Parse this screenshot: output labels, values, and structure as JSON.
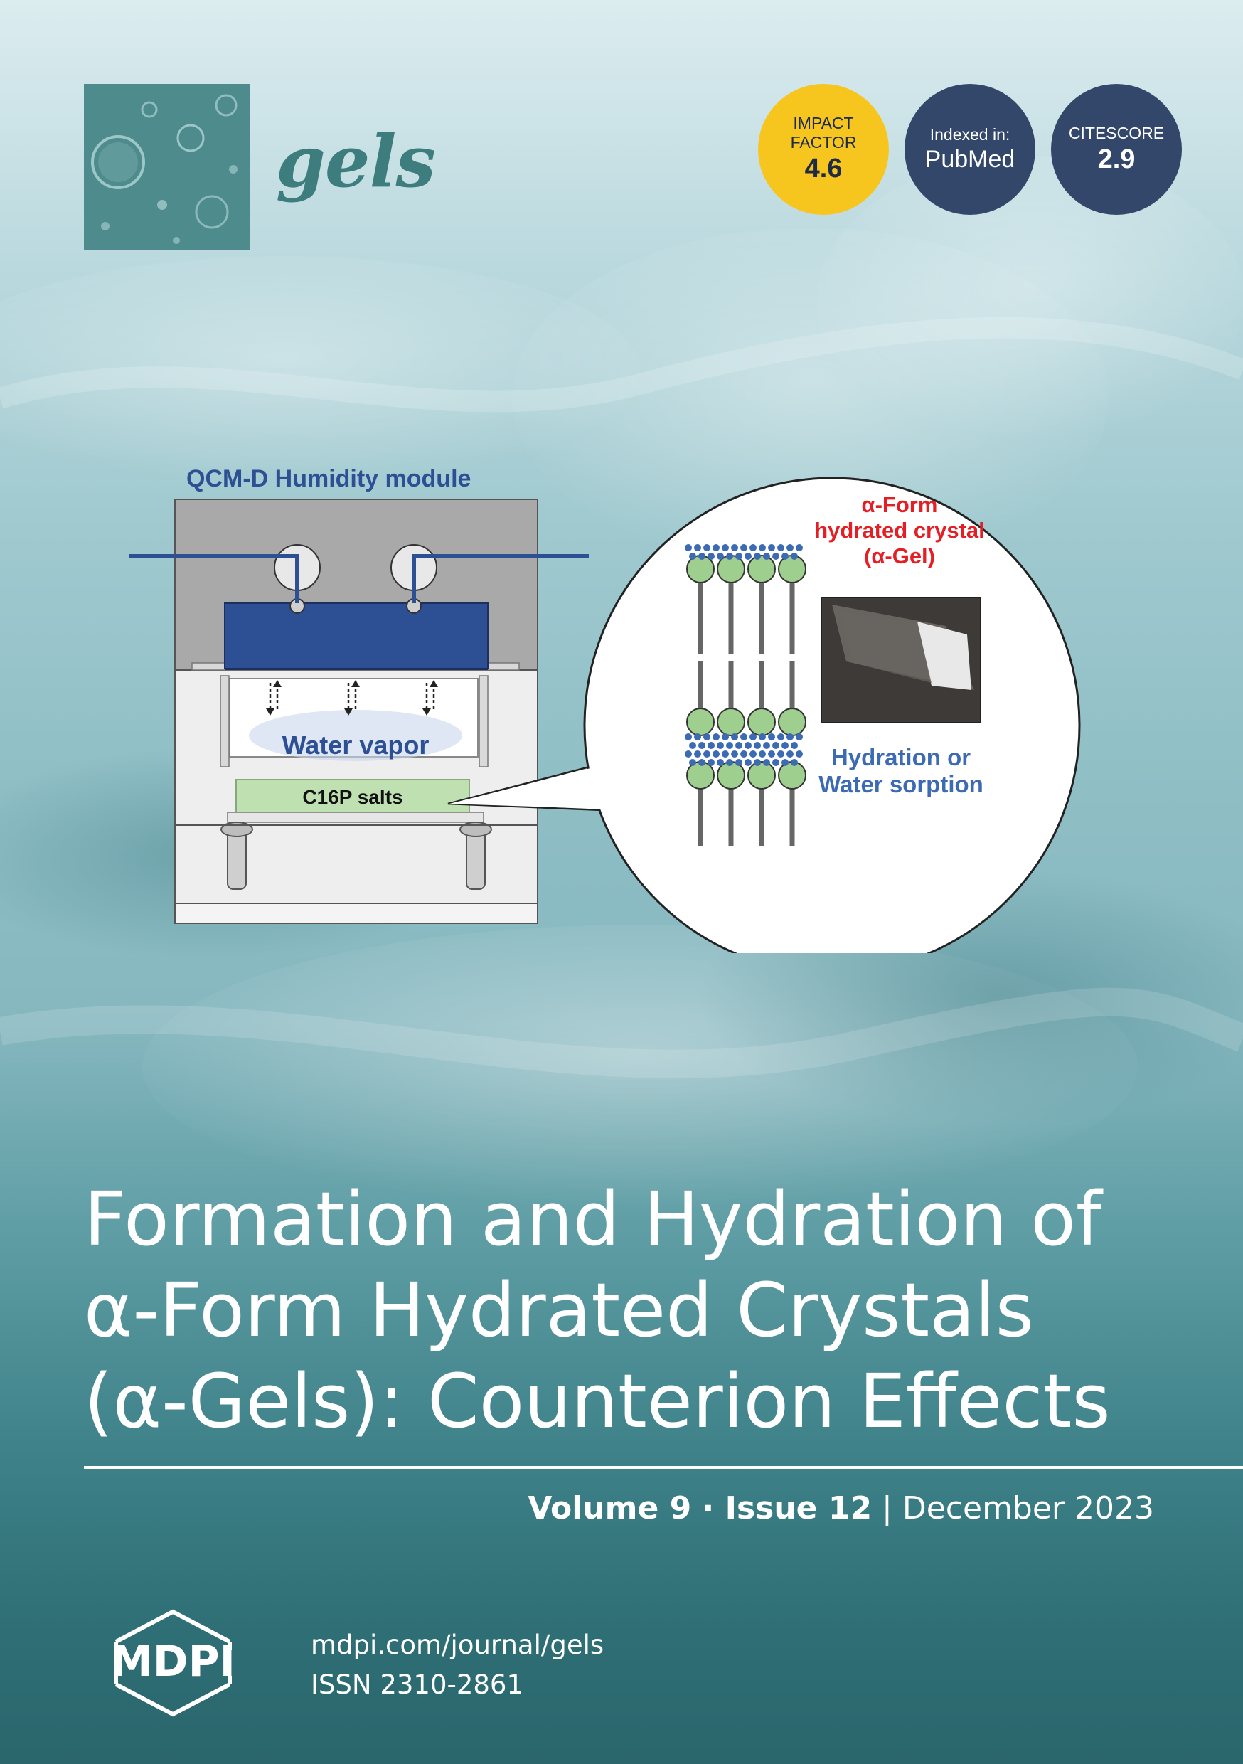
{
  "journal": {
    "name": "gels"
  },
  "badges": {
    "impact_factor": {
      "line1": "IMPACT",
      "line2": "FACTOR",
      "value": "4.6",
      "color": "#f6c61f"
    },
    "indexed": {
      "line1": "Indexed in:",
      "value": "PubMed",
      "color": "#33476a"
    },
    "citescore": {
      "line1": "CITESCORE",
      "value": "2.9",
      "color": "#33476a"
    }
  },
  "figure": {
    "module_label": "QCM-D Humidity module",
    "water_vapor": "Water vapor",
    "salts": "C16P salts",
    "crystal_line1": "α-Form",
    "crystal_line2": "hydrated crystal",
    "crystal_line3": "(α-Gel)",
    "hydration_line1": "Hydration or",
    "hydration_line2": "Water sorption",
    "colors": {
      "navy": "#2d4f93",
      "red": "#e31e24",
      "blue": "#3d6bb3",
      "lipid": "#9fcf8e"
    }
  },
  "title": {
    "line1": "Formation and Hydration of",
    "line2": "α-Form Hydrated Crystals",
    "line3": "(α-Gels): Counterion Effects"
  },
  "issue": {
    "volume": "Volume 9",
    "separator": " · ",
    "issue": "Issue 12",
    "divider": " | ",
    "date": "December 2023"
  },
  "publisher": {
    "logo_text": "MDPI",
    "url": "mdpi.com/journal/gels",
    "issn": "ISSN 2310-2861"
  }
}
